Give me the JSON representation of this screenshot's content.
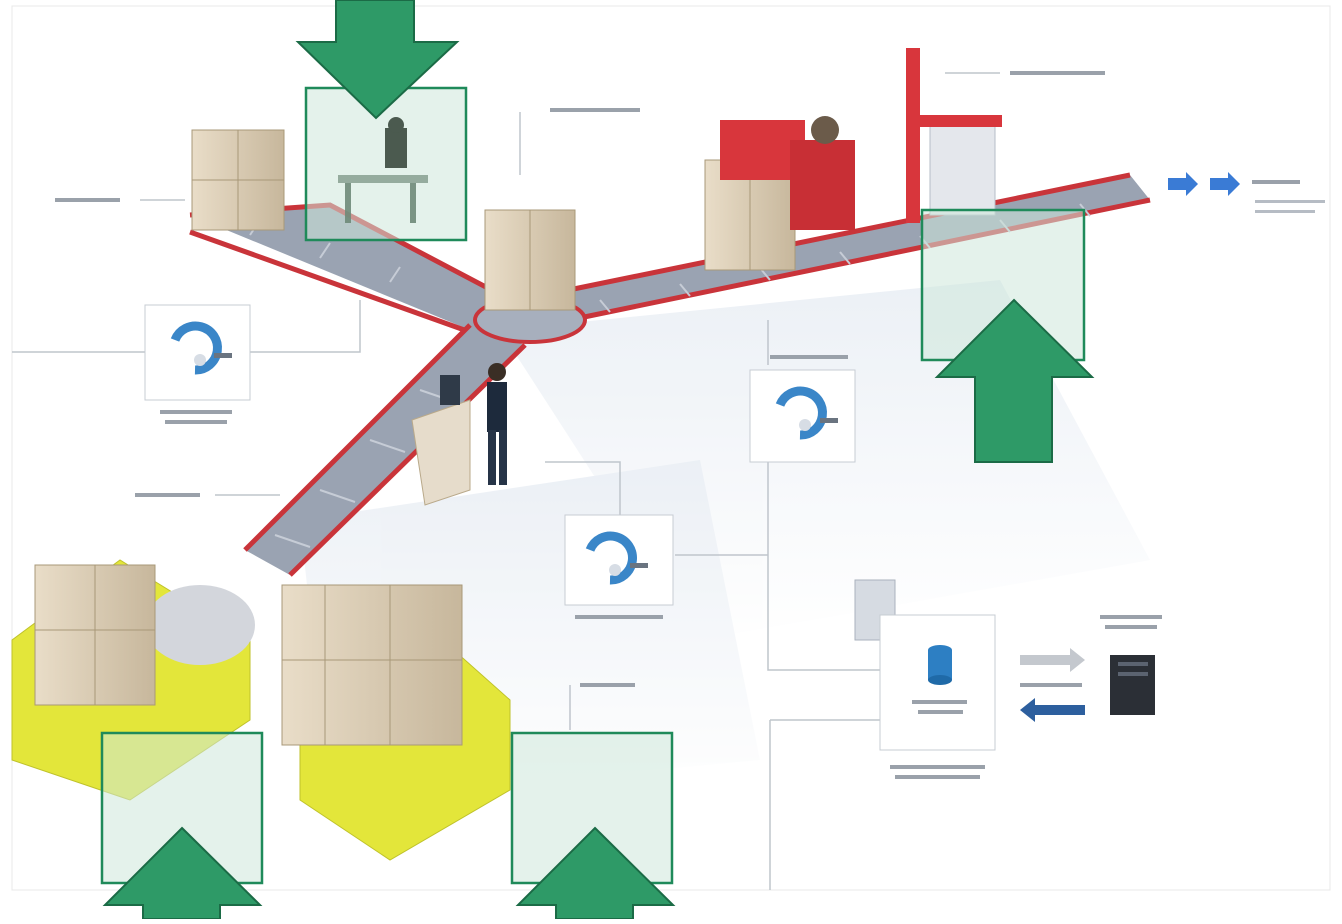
{
  "scene": {
    "annotation_count": 6,
    "arrow_fill_color": "#2e9a67",
    "highlight_fill_color": "#cde8db",
    "highlight_border_color": "#1f8a5a",
    "conveyor_frame_color": "#c9343a",
    "conveyor_roller_color": "#8d96a6",
    "forklift_color": "#e3e63a",
    "background_color": "#ffffff"
  },
  "highlights": [
    {
      "id": "operator-station-top",
      "arrow": "down"
    },
    {
      "id": "wrapper-exit-right",
      "arrow": "up"
    },
    {
      "id": "forklift-left-base",
      "arrow": "up"
    },
    {
      "id": "forklift-right-base",
      "arrow": "up"
    }
  ],
  "icons": {
    "software_nodes": [
      "software-logo-icon",
      "software-logo-icon",
      "software-logo-icon",
      "software-logo-icon"
    ],
    "database": "database-icon",
    "server": "server-icon",
    "flow_arrows": "double-arrow-right-icon"
  }
}
